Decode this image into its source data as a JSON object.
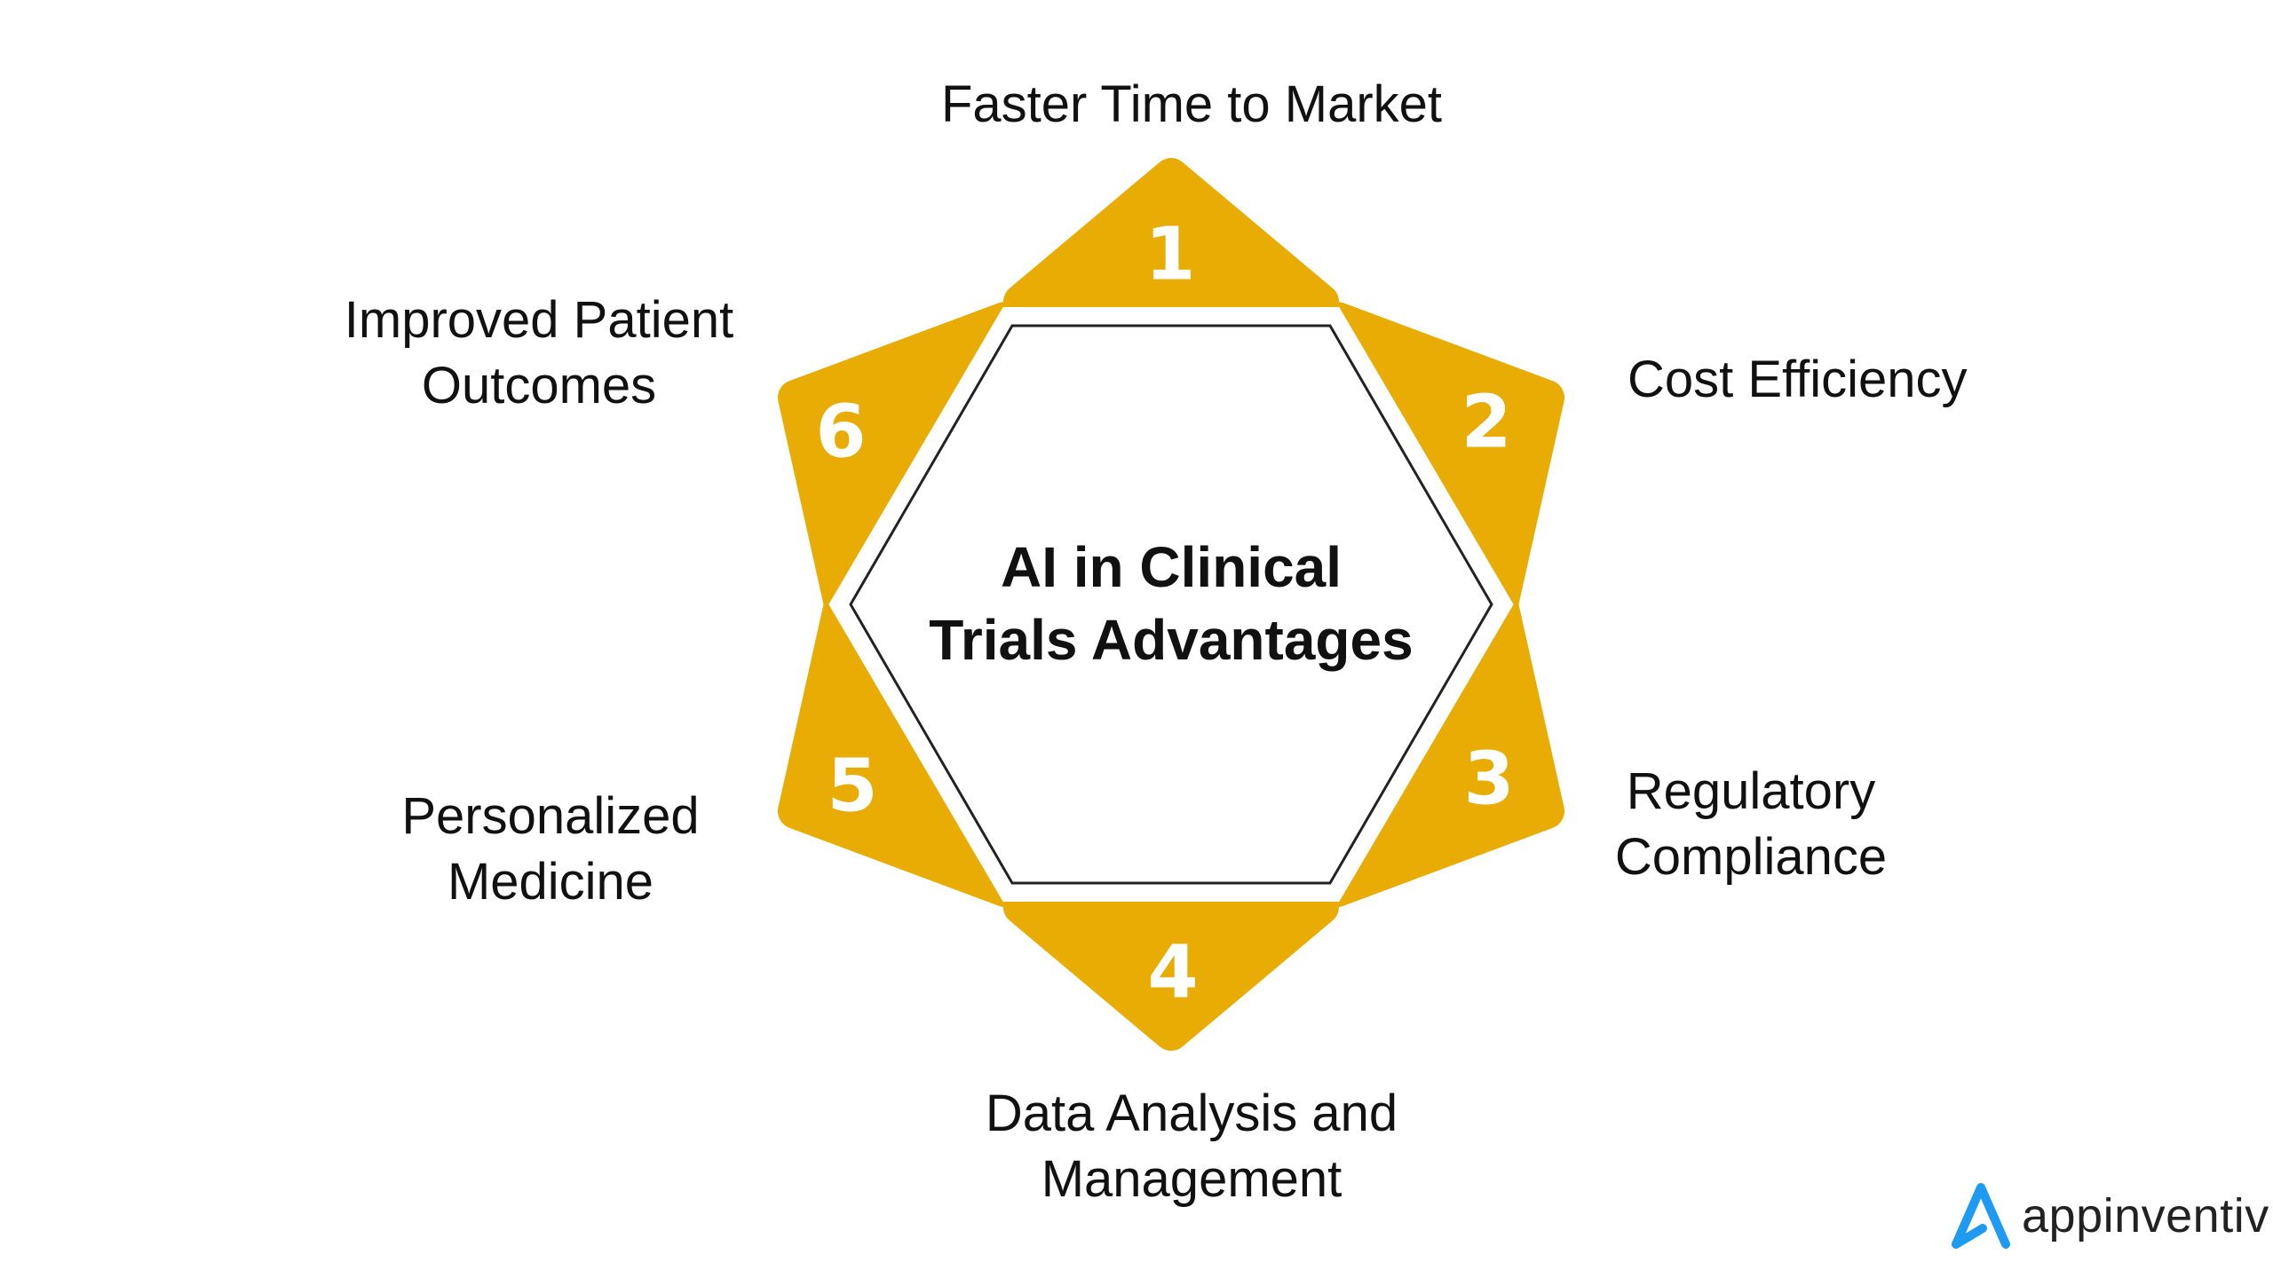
{
  "title": "AI in Clinical Trials Advantages",
  "title_lines": [
    "AI in Clinical",
    "Trials Advantages"
  ],
  "colors": {
    "accent": "#E8AC04",
    "outline": "#222222",
    "logo": "#1E9BF0"
  },
  "items": [
    {
      "number": "1",
      "lines": [
        "Faster Time to Market"
      ]
    },
    {
      "number": "2",
      "lines": [
        "Cost Efficiency"
      ]
    },
    {
      "number": "3",
      "lines": [
        "Regulatory",
        "Compliance"
      ]
    },
    {
      "number": "4",
      "lines": [
        "Data Analysis and",
        "Management"
      ]
    },
    {
      "number": "5",
      "lines": [
        "Personalized",
        "Medicine"
      ]
    },
    {
      "number": "6",
      "lines": [
        "Improved Patient",
        "Outcomes"
      ]
    }
  ],
  "logo": {
    "icon": "appinventiv-a-icon",
    "text": "appinventiv"
  }
}
